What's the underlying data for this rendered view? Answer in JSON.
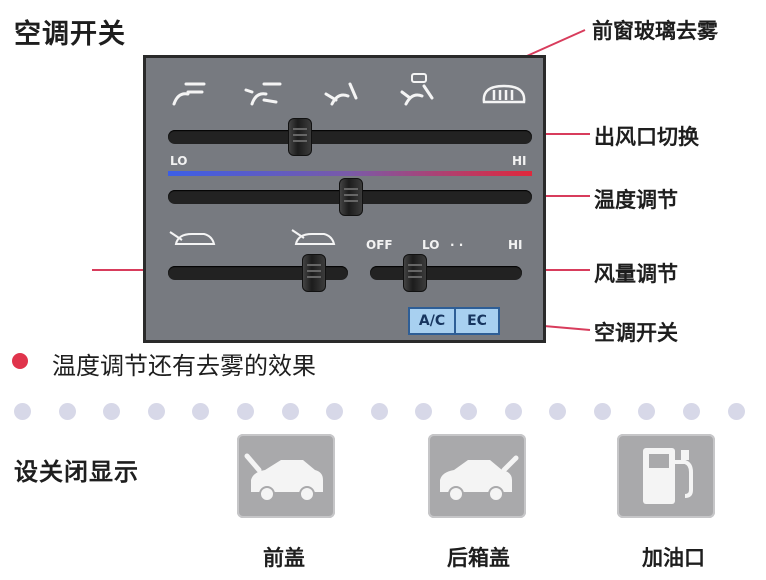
{
  "header": {
    "title": "空调开关"
  },
  "panel": {
    "vent_icons": [
      "face-vent-icon",
      "bilevel-vent-icon",
      "foot-vent-icon",
      "foot-defrost-vent-icon",
      "rear-defrost-icon"
    ],
    "temp_lo": "LO",
    "temp_hi": "HI",
    "fan_off": "OFF",
    "fan_lo": "LO",
    "fan_dots": "· ·",
    "fan_hi": "HI",
    "ac_button": "A/C",
    "ec_button": "EC",
    "outlet_level": 0.35,
    "temperature_level": 0.5,
    "intake_level": 0.85,
    "fan_level": 0.25
  },
  "callouts": {
    "front_defog": "前窗玻璃去雾",
    "outlet_switch": "出风口切换",
    "temperature": "温度调节",
    "fan_speed": "风量调节",
    "ac_switch": "空调开关"
  },
  "note": "温度调节还有去雾的效果",
  "indicators": {
    "title": "设关闭显示",
    "items": [
      {
        "label": "前盖",
        "icon": "hood-open-icon"
      },
      {
        "label": "后箱盖",
        "icon": "trunk-open-icon"
      },
      {
        "label": "加油口",
        "icon": "fuel-door-icon"
      }
    ]
  },
  "colors": {
    "accent_red": "#e0344c",
    "button_blue": "#a8d0f0",
    "panel_gray": "#777a80"
  }
}
